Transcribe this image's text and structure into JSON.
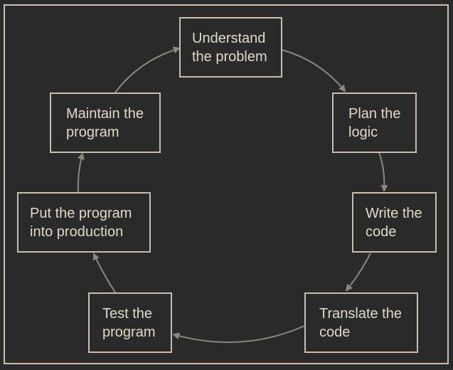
{
  "diagram": {
    "steps": [
      {
        "id": "understand",
        "label": "Understand\nthe problem"
      },
      {
        "id": "plan",
        "label": "Plan the\nlogic"
      },
      {
        "id": "write",
        "label": "Write the\ncode"
      },
      {
        "id": "translate",
        "label": "Translate the\ncode"
      },
      {
        "id": "test",
        "label": "Test the\nprogram"
      },
      {
        "id": "production",
        "label": "Put the program\ninto production"
      },
      {
        "id": "maintain",
        "label": "Maintain the\nprogram"
      }
    ]
  },
  "colors": {
    "background": "#2a2a2a",
    "stroke": "#c9bea8",
    "text": "#e2d8c5",
    "arrow": "#8c877a"
  }
}
